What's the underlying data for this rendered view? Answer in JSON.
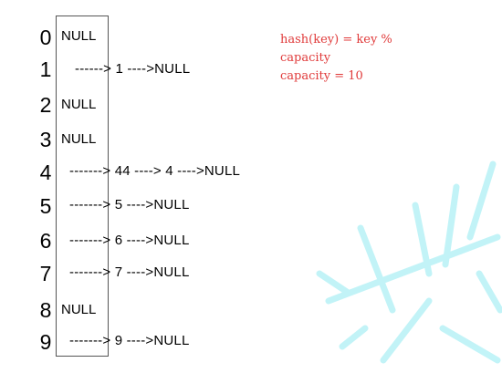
{
  "rows": [
    {
      "index": "0",
      "cell": "NULL",
      "chain": ""
    },
    {
      "index": "1",
      "cell": "",
      "chain": "------> 1 ---->NULL"
    },
    {
      "index": "2",
      "cell": "NULL",
      "chain": ""
    },
    {
      "index": "3",
      "cell": "NULL",
      "chain": ""
    },
    {
      "index": "4",
      "cell": "",
      "chain": "-------> 44 ----> 4 ---->NULL"
    },
    {
      "index": "5",
      "cell": "",
      "chain": "-------> 5 ---->NULL"
    },
    {
      "index": "6",
      "cell": "",
      "chain": "-------> 6 ---->NULL"
    },
    {
      "index": "7",
      "cell": "",
      "chain": "-------> 7 ---->NULL"
    },
    {
      "index": "8",
      "cell": "NULL",
      "chain": ""
    },
    {
      "index": "9",
      "cell": "",
      "chain": "-------> 9 ---->NULL"
    }
  ],
  "formula": {
    "line1": "hash(key) = key %",
    "line2": "capacity",
    "line3": "capacity = 10"
  },
  "colors": {
    "formula": "#e03a3a",
    "watermark": "#aef0f5"
  }
}
